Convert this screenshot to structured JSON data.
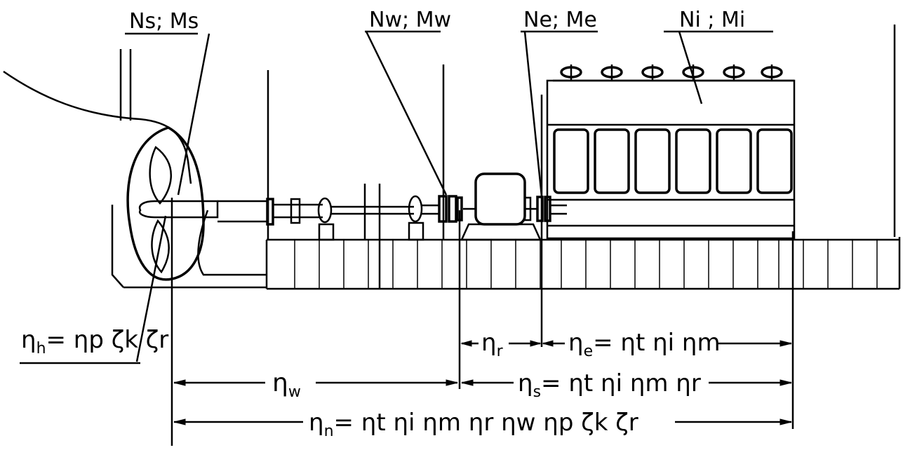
{
  "labels": {
    "propeller": "Ns; Ms",
    "shaft": "Nw; Mw",
    "engine_output": "Ne; Me",
    "indicated": "Ni ; Mi"
  },
  "formulas": {
    "hull": {
      "base": "η",
      "sub": "h",
      "rest": "= ηp ζk ζr"
    },
    "gear": {
      "base": "η",
      "sub": "r"
    },
    "effective": {
      "base": "η",
      "sub": "e",
      "rest": "= ηt ηi ηm"
    },
    "shaft": {
      "base": "η",
      "sub": "w"
    },
    "system": {
      "base": "η",
      "sub": "s",
      "rest": "= ηt ηi ηm ηr"
    },
    "total": {
      "base": "η",
      "sub": "n",
      "rest": "= ηt ηi ηm ηr ηw ηp ζk ζr"
    }
  },
  "colors": {
    "ink": "#000000",
    "paper": "#ffffff"
  }
}
